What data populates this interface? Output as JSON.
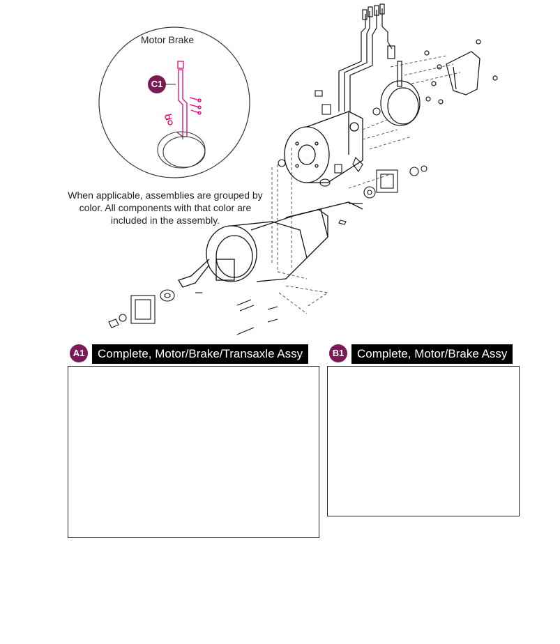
{
  "callout": {
    "title": "Motor Brake",
    "badge": "C1",
    "color": "#e4007c"
  },
  "note": "When applicable, assemblies are grouped by color. All components with that color are included in the assembly.",
  "panels": [
    {
      "badge": "A1",
      "title": "Complete, Motor/Brake/Transaxle Assy",
      "color": "#1a9a47"
    },
    {
      "badge": "B1",
      "title": "Complete, Motor/Brake Assy",
      "color": "#2b2e9e"
    }
  ],
  "badge_color": "#7b1a55"
}
